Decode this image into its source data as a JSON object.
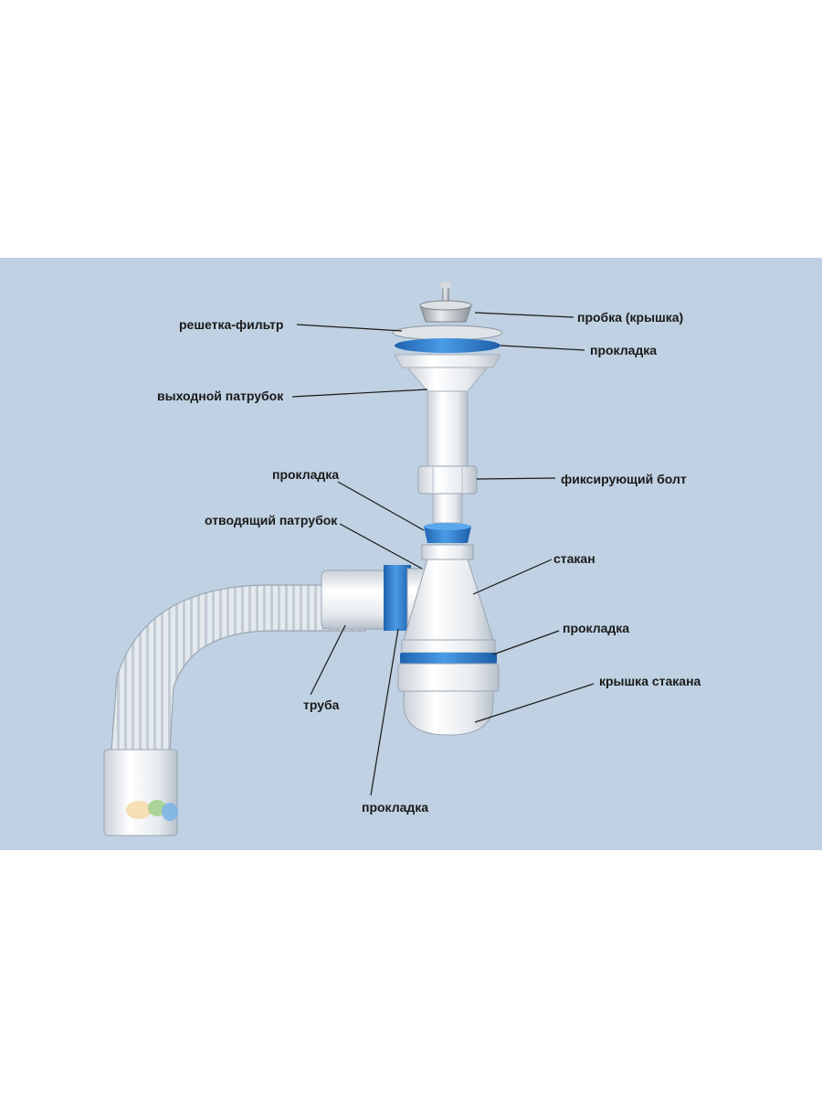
{
  "labels": {
    "grate": "решетка-фильтр",
    "plug": "пробка (крышка)",
    "gasket_top": "прокладка",
    "outlet_pipe": "выходной патрубок",
    "gasket_mid": "прокладка",
    "fixing_bolt": "фиксирующий болт",
    "branch_pipe": "отводящий патрубок",
    "cup": "стакан",
    "gasket_lower": "прокладка",
    "cup_cap": "крышка стакана",
    "pipe": "труба",
    "gasket_bottom": "прокладка"
  },
  "colors": {
    "panel": "#bfd1e2",
    "plastic": "#eef1f4",
    "gasket": "#2f7fd0",
    "metal": "#b9bdc2",
    "text": "#1a1a1a"
  }
}
